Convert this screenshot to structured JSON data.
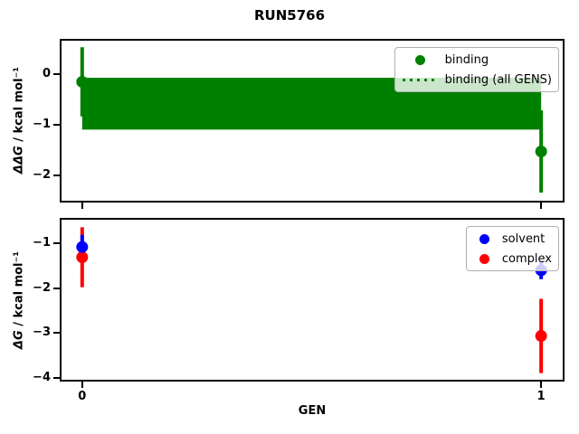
{
  "figure": {
    "title": "RUN5766",
    "background": "#ffffff",
    "axis_color": "#000000"
  },
  "chart_data": [
    {
      "id": "binding-plot",
      "type": "scatter",
      "ylabel_math": "ΔΔG",
      "ylabel_rest": " / kcal mol⁻¹",
      "xlim": [
        -0.045,
        1.047
      ],
      "ylim": [
        -2.49,
        0.66
      ],
      "yticks": [
        0,
        -1,
        -2
      ],
      "ytick_labels": [
        "0",
        "−1",
        "−2"
      ],
      "xticks": [
        0,
        1
      ],
      "xtick_labels": [
        "",
        ""
      ],
      "grid": false,
      "legend_position": "upper right",
      "band": {
        "label": "binding (all GENS)",
        "color": "#008000",
        "center": -0.58,
        "hi": -0.07,
        "lo": -1.09,
        "x_from": 0,
        "x_to": 1,
        "line_style": "dotted"
      },
      "series": [
        {
          "name": "binding",
          "color": "#008000",
          "marker": "circle",
          "points": [
            {
              "x": 0,
              "y": -0.15,
              "yerr": 0.68
            },
            {
              "x": 1,
              "y": -1.52,
              "yerr": 0.81
            }
          ]
        }
      ],
      "legend": {
        "entries": [
          {
            "label": "binding",
            "glyph": "dot",
            "color": "#008000"
          },
          {
            "label": "binding (all GENS)",
            "glyph": "dotted-line",
            "color": "#008000"
          }
        ]
      }
    },
    {
      "id": "dg-plot",
      "type": "scatter",
      "ylabel_math": "ΔG",
      "ylabel_rest": " / kcal mol⁻¹",
      "xlabel": "GEN",
      "xlim": [
        -0.045,
        1.047
      ],
      "ylim": [
        -4.05,
        -0.47
      ],
      "yticks": [
        -1,
        -2,
        -3,
        -4
      ],
      "ytick_labels": [
        "−1",
        "−2",
        "−3",
        "−4"
      ],
      "xticks": [
        0,
        1
      ],
      "xtick_labels": [
        "0",
        "1"
      ],
      "grid": false,
      "legend_position": "upper right",
      "series": [
        {
          "name": "complex",
          "color": "#ff0000",
          "marker": "circle",
          "points": [
            {
              "x": 0,
              "y": -1.31,
              "yerr": 0.67
            },
            {
              "x": 1,
              "y": -3.07,
              "yerr": 0.83
            }
          ]
        },
        {
          "name": "solvent",
          "color": "#0000ff",
          "marker": "circle",
          "points": [
            {
              "x": 0,
              "y": -1.08,
              "yerr": 0.27
            },
            {
              "x": 1,
              "y": -1.6,
              "yerr": 0.2
            }
          ]
        }
      ],
      "legend": {
        "entries": [
          {
            "label": "solvent",
            "glyph": "dot",
            "color": "#0000ff"
          },
          {
            "label": "complex",
            "glyph": "dot",
            "color": "#ff0000"
          }
        ]
      }
    }
  ]
}
